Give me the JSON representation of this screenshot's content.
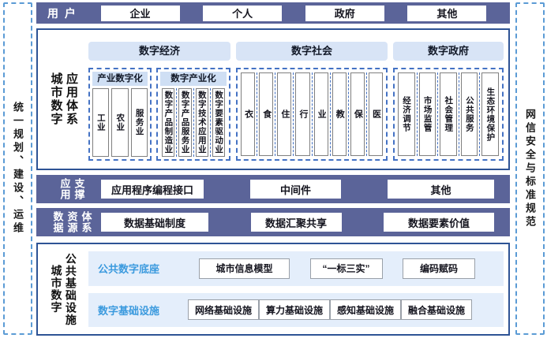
{
  "left_strip": {
    "label": "统一规划、建设、运维"
  },
  "right_strip": {
    "label": "网信安全与标准规范"
  },
  "users_bar": {
    "label": "用 户",
    "items": [
      "企业",
      "个人",
      "政府",
      "其他"
    ]
  },
  "app_system": {
    "label_cols": [
      "城市数字",
      "应用体系"
    ],
    "economy": {
      "title": "数字经济",
      "industry_digitization": {
        "title": "产业数字化",
        "items": [
          "工业",
          "农业",
          "服务业"
        ]
      },
      "digital_industrialization": {
        "title": "数字产业化",
        "items": [
          "数字产品制造业",
          "数字产品服务业",
          "数字技术应用业",
          "数字要素驱动业"
        ]
      }
    },
    "society": {
      "title": "数字社会",
      "items": [
        "衣",
        "食",
        "住",
        "行",
        "业",
        "教",
        "保",
        "医"
      ]
    },
    "government": {
      "title": "数字政府",
      "items": [
        "经济调节",
        "市场监管",
        "社会管理",
        "公共服务",
        "生态环境保护"
      ]
    }
  },
  "app_support": {
    "label_cols": [
      "应用",
      "支撑"
    ],
    "items": [
      "应用程序编程接口",
      "中间件",
      "其他"
    ]
  },
  "data_resource": {
    "label_cols": [
      "数据",
      "资源",
      "体系"
    ],
    "items": [
      "数据基础制度",
      "数据汇聚共享",
      "数据要素价值"
    ]
  },
  "infrastructure": {
    "label_cols": [
      "城市数字",
      "公共基础设施"
    ],
    "digital_base": {
      "title": "公共数字底座",
      "items": [
        "城市信息模型",
        "“一标三实”",
        "编码赋码"
      ]
    },
    "digital_infra": {
      "title": "数字基础设施",
      "items": [
        "网络基础设施",
        "算力基础设施",
        "感知基础设施",
        "融合基础设施"
      ]
    }
  },
  "colors": {
    "bar_purple": "#5b6499",
    "panel_border_blue": "#2e5395",
    "dashed_blue": "#4472c4",
    "strip_dashed_blue": "#5b9bd5",
    "header_light_blue": "#d8e4f6",
    "subheader_light_blue": "#cfdff4",
    "band_light_blue": "#e4eefb",
    "band_title_blue": "#3b9ade"
  }
}
